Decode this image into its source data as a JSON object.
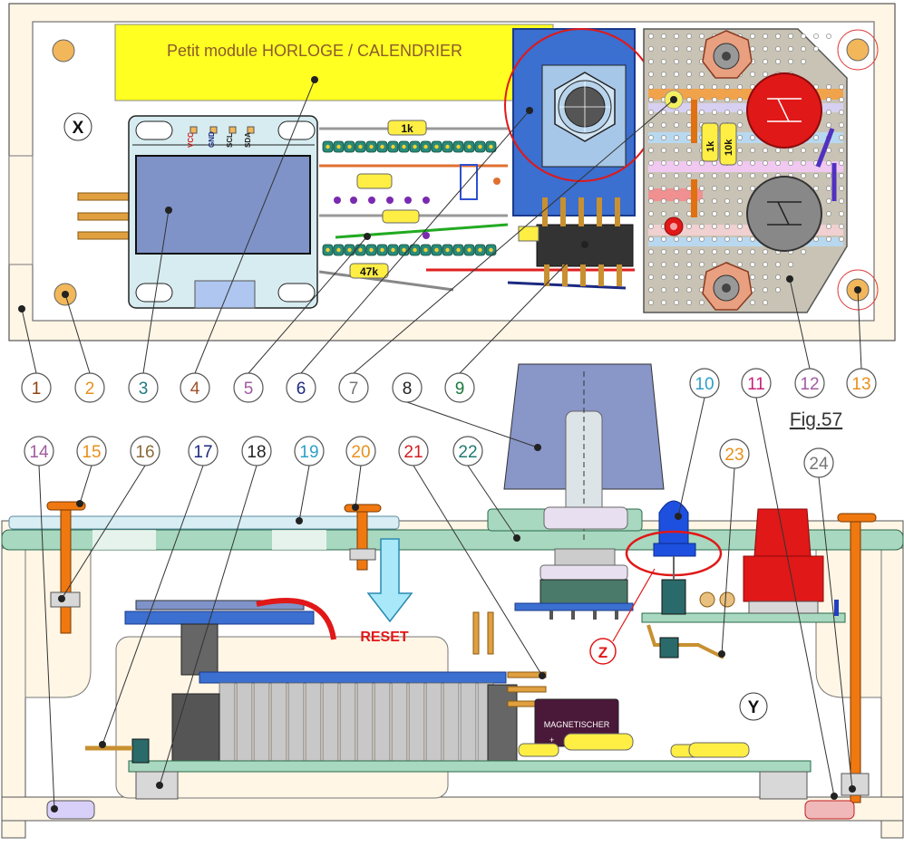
{
  "diagram": {
    "module_title": "Petit module HORLOGE / CALENDRIER",
    "figure_label": "Fig.57",
    "reset_label": "RESET",
    "pin_labels": [
      "VCC",
      "GND",
      "SCL",
      "SDA"
    ],
    "resistor_labels": {
      "r1k_top": "1k",
      "r47k": "47k",
      "r1k_vertical": "1k",
      "r10k_vertical": "10k"
    },
    "buzzer_label": "MAGNETISCHER",
    "buzzer_plus": "+",
    "letter_markers": {
      "x": "X",
      "y": "Y",
      "z": "Z"
    },
    "callouts": [
      {
        "n": "1",
        "color": "#8B4513"
      },
      {
        "n": "2",
        "color": "#E8901C"
      },
      {
        "n": "3",
        "color": "#1E7A80"
      },
      {
        "n": "4",
        "color": "#A0522D"
      },
      {
        "n": "5",
        "color": "#A05BA0"
      },
      {
        "n": "6",
        "color": "#1C2A80"
      },
      {
        "n": "7",
        "color": "#777777"
      },
      {
        "n": "8",
        "color": "#222222"
      },
      {
        "n": "9",
        "color": "#1A7A3A"
      },
      {
        "n": "10",
        "color": "#2E9FC8"
      },
      {
        "n": "11",
        "color": "#C8207A"
      },
      {
        "n": "12",
        "color": "#A05BA0"
      },
      {
        "n": "13",
        "color": "#E8901C"
      },
      {
        "n": "14",
        "color": "#A05BA0"
      },
      {
        "n": "15",
        "color": "#E8901C"
      },
      {
        "n": "16",
        "color": "#8B6A3A"
      },
      {
        "n": "17",
        "color": "#1C2A80"
      },
      {
        "n": "18",
        "color": "#222222"
      },
      {
        "n": "19",
        "color": "#2E9FC8"
      },
      {
        "n": "20",
        "color": "#E8901C"
      },
      {
        "n": "21",
        "color": "#D02020"
      },
      {
        "n": "22",
        "color": "#1E7A70"
      },
      {
        "n": "23",
        "color": "#E8901C"
      },
      {
        "n": "24",
        "color": "#777777"
      }
    ],
    "colors": {
      "enclosure": "#FFF6E6",
      "title_bar": "#FFFF22",
      "oled_screen": "#7F93C8",
      "perfboard": "#C9C3B5",
      "pcb_green": "#A8D8C0",
      "led_blue": "#1E50E0",
      "button_red": "#E01818",
      "resistor": "#FFEE44",
      "reset_arrow": "#A8E8F8",
      "highlight_red": "#E01818"
    }
  }
}
